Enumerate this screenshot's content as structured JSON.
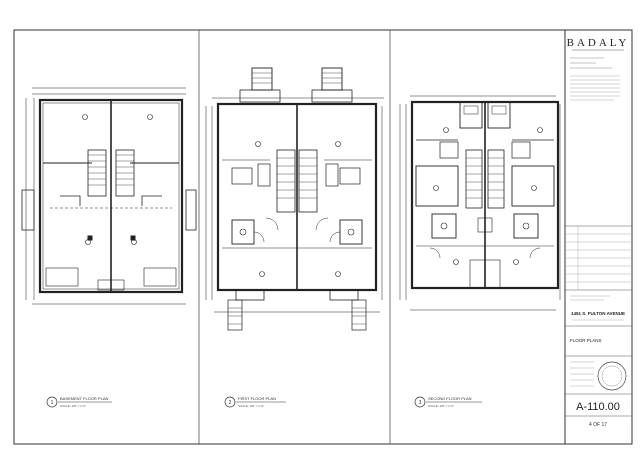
{
  "title_block": {
    "logo": "BADALY",
    "project_address": "1451 S. FULTON AVENUE",
    "sheet_title": "FLOOR PLANS",
    "sheet_number": "A-110.00",
    "sheet_count": "4 OF 17"
  },
  "plans": [
    {
      "number": "1",
      "title": "BASEMENT FLOOR PLAN",
      "scale": "SCALE: 1/8\" = 1'-0\""
    },
    {
      "number": "2",
      "title": "FIRST FLOOR PLAN",
      "scale": "SCALE: 1/8\" = 1'-0\""
    },
    {
      "number": "3",
      "title": "SECOND FLOOR PLAN",
      "scale": "SCALE: 1/8\" = 1'-0\""
    }
  ],
  "colors": {
    "line": "#333333",
    "light_line": "#777777",
    "wall": "#222222"
  }
}
